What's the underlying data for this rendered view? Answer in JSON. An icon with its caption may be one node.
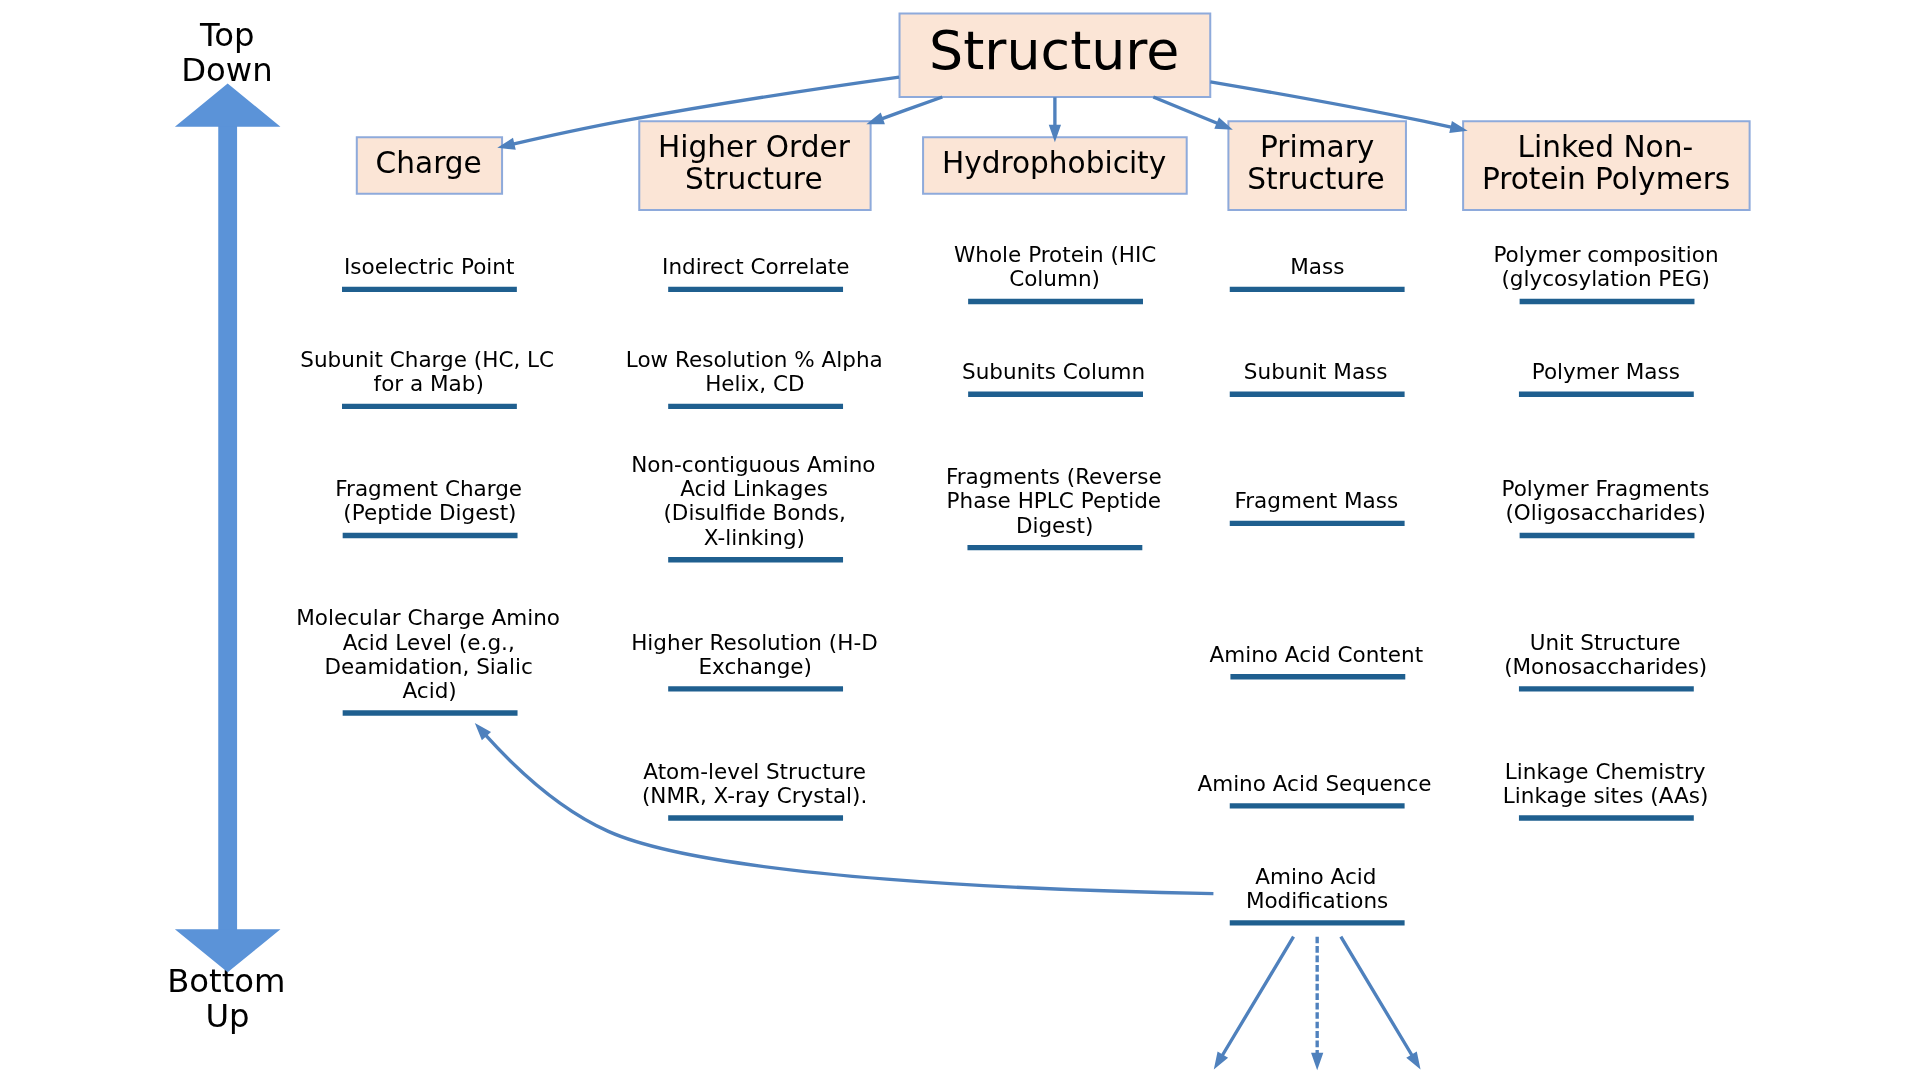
{
  "diagram": {
    "nodes": [
      {
        "text": [
          "Top Down"
        ]
      },
      {
        "text": [
          "Bottom Up"
        ]
      },
      {
        "text": [
          "Structure"
        ]
      },
      {
        "text": [
          "Charge"
        ]
      },
      {
        "text": [
          "Primary Structure"
        ]
      },
      {
        "text": [
          "Linked Non-Protein Polymers"
        ]
      },
      {
        "text": [
          "Higher Order Structure"
        ]
      },
      {
        "text": [
          "Hydrophobicity"
        ]
      },
      {
        "text": [
          "Molecular Charge Amino Acid Level (e.g., Deamidation, Sialic Acid)"
        ]
      },
      {
        "text": [
          "Amino Acid Modifications"
        ]
      }
    ],
    "edges": [
      {
        "from": 0,
        "to": 1,
        "arrow": "both",
        "style": "thick"
      },
      {
        "from": 2,
        "to": 3,
        "arrow": "to"
      },
      {
        "from": 2,
        "to": 4,
        "arrow": "to"
      },
      {
        "from": 2,
        "to": 5,
        "arrow": "to"
      },
      {
        "from": 2,
        "to": 6,
        "arrow": "to"
      },
      {
        "from": 2,
        "to": 7,
        "arrow": "to"
      },
      {
        "from": 9,
        "to": 8,
        "arrow": "to"
      },
      {
        "from": 9,
        "to": null,
        "arrow": "to"
      },
      {
        "from": 9,
        "to": null,
        "arrow": "to"
      },
      {
        "from": 9,
        "to": null,
        "arrow": "to",
        "style": "dashed"
      }
    ],
    "labels": [
      "Isoelectric Point",
      "Subunit Charge (HC, LC for a Mab)",
      "Fragment Charge (Peptide Digest)",
      "Mass",
      "Subunit Mass",
      "Fragment Mass",
      "Amino Acid Content",
      "Amino Acid Sequence",
      "Polymer composition (glycosylation PEG)",
      "Polymer Mass",
      "Polymer Fragments (Oligosaccharides)",
      "Unit Structure (Monosaccharides)",
      "Linkage Chemistry Linkage sites (AAs)",
      "Indirect Correlate",
      "Low Resolution % Alpha Helix, CD",
      "Non-contiguous Amino Acid Linkages (Disulfide Bonds, X-linking)",
      "Higher Resolution (H-D Exchange)",
      "Atom-level Structure (NMR, X-ray Crystal).",
      "Whole Protein (HIC Column)",
      "Subunits Column",
      "Fragments (Reverse Phase HPLC Peptide Digest)"
    ]
  }
}
